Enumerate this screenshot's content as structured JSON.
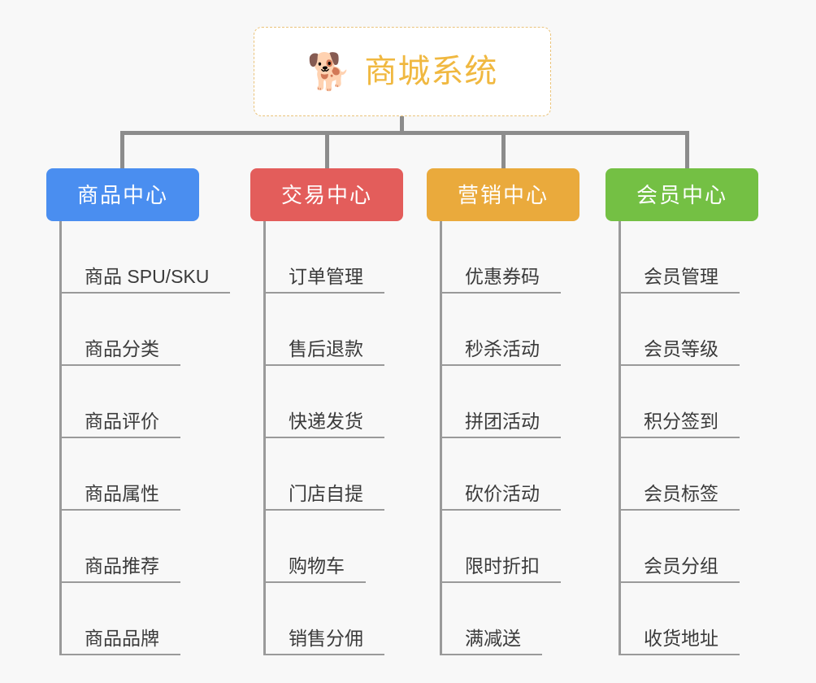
{
  "diagram": {
    "title": "商城系统",
    "root": {
      "label": "商城系统",
      "icon": "shiba-dog-face",
      "glyph": "🐕",
      "text_color": "#f0b840",
      "border_color": "#eac37a",
      "background": "#ffffff"
    },
    "background_color": "#f8f8f8",
    "connector_color": "#8c8c8c",
    "leaf_line_color": "#9a9a9a",
    "leaf_text_color": "#3b3b3b",
    "columns": [
      {
        "label": "商品中心",
        "color": "#4a8ef0",
        "items": [
          "商品 SPU/SKU",
          "商品分类",
          "商品评价",
          "商品属性",
          "商品推荐",
          "商品品牌"
        ]
      },
      {
        "label": "交易中心",
        "color": "#e35d5b",
        "items": [
          "订单管理",
          "售后退款",
          "快递发货",
          "门店自提",
          "购物车",
          "销售分佣"
        ]
      },
      {
        "label": "营销中心",
        "color": "#eaaa3c",
        "items": [
          "优惠券码",
          "秒杀活动",
          "拼团活动",
          "砍价活动",
          "限时折扣",
          "满减送"
        ]
      },
      {
        "label": "会员中心",
        "color": "#74c044",
        "items": [
          "会员管理",
          "会员等级",
          "积分签到",
          "会员标签",
          "会员分组",
          "收货地址"
        ]
      }
    ]
  }
}
